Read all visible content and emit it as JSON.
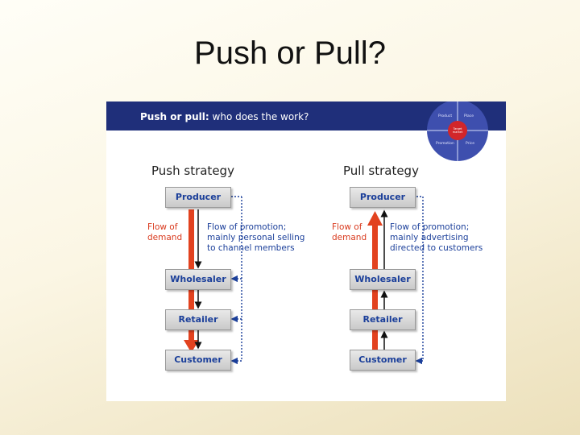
{
  "slide": {
    "title": "Push or Pull?"
  },
  "figure": {
    "banner": {
      "bold": "Push or pull:",
      "rest": " who does the work?"
    },
    "marketing_mix": {
      "core": "Target market",
      "quadrants": [
        "Product",
        "Place",
        "Promotion",
        "Price"
      ]
    },
    "push": {
      "heading": "Push strategy",
      "boxes": [
        "Producer",
        "Wholesaler",
        "Retailer",
        "Customer"
      ],
      "demand_label": [
        "Flow of",
        "demand"
      ],
      "promotion_label": [
        "Flow of promotion;",
        "mainly personal selling",
        "to channel members"
      ]
    },
    "pull": {
      "heading": "Pull strategy",
      "boxes": [
        "Producer",
        "Wholesaler",
        "Retailer",
        "Customer"
      ],
      "demand_label": [
        "Flow of",
        "demand"
      ],
      "promotion_label": [
        "Flow of promotion;",
        "mainly advertising",
        "directed to customers"
      ]
    },
    "colors": {
      "banner": "#1f2f7a",
      "demand_arrow": "#e2421f",
      "promotion": "#1b3f9a",
      "box_text": "#1b3f9a"
    }
  }
}
